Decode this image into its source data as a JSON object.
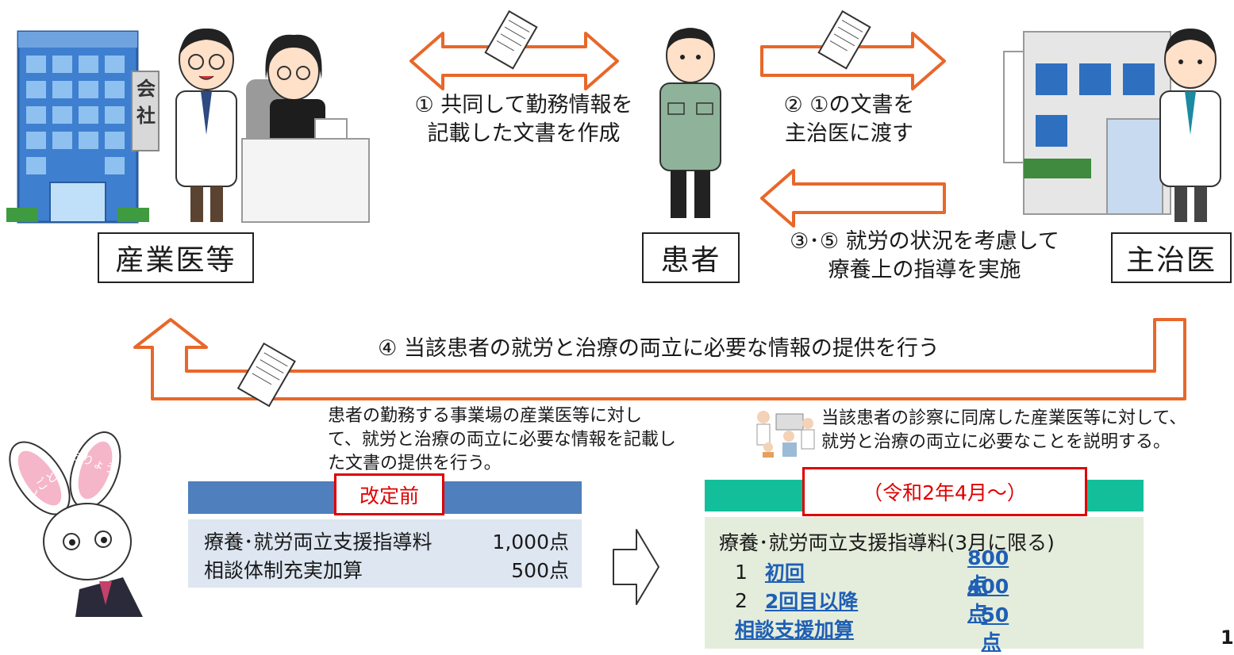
{
  "roles": {
    "industrial_physician": "産業医等",
    "patient": "患者",
    "attending_physician": "主治医",
    "company_sign": "会社"
  },
  "steps": {
    "step1": [
      "① 共同して勤務情報を",
      "記載した文書を作成"
    ],
    "step2": [
      "② ①の文書を",
      "主治医に渡す"
    ],
    "step35": [
      "③･⑤ 就労の状況を考慮して",
      "療養上の指導を実施"
    ],
    "step4": "④ 当該患者の就労と治療の両立に必要な情報の提供を行う"
  },
  "descriptions": {
    "left": [
      "患者の勤務する事業場の産業医等に対し",
      "て、就労と治療の両立に必要な情報を記載し",
      "た文書の提供を行う。"
    ],
    "right": [
      "当該患者の診察に同席した産業医等に対して、",
      "就労と治療の両立に必要なことを説明する。"
    ]
  },
  "before": {
    "label": "改定前",
    "rows": [
      {
        "name": "療養･就労両立支援指導料",
        "points": "1,000点"
      },
      {
        "name": "相談体制充実加算",
        "points": "500点"
      }
    ]
  },
  "after": {
    "label": "（令和2年4月～）",
    "title": "療養･就労両立支援指導料(3月に限る)",
    "rows": [
      {
        "num": "1",
        "name": "初回",
        "points": "800点"
      },
      {
        "num": "2",
        "name": "2回目以降",
        "points": "400点"
      },
      {
        "num": "",
        "name": "相談支援加算",
        "points": "50点"
      }
    ]
  },
  "mascot_text": [
    "ちりょう",
    "しごと"
  ],
  "page_number": "1",
  "colors": {
    "arrow_orange": "#e8672a",
    "before_header": "#4f7fbd",
    "before_body": "#dde6f1",
    "after_header": "#13bf9b",
    "after_body": "#e4eddc",
    "red": "#e00000",
    "link_blue": "#1f5fb5"
  }
}
